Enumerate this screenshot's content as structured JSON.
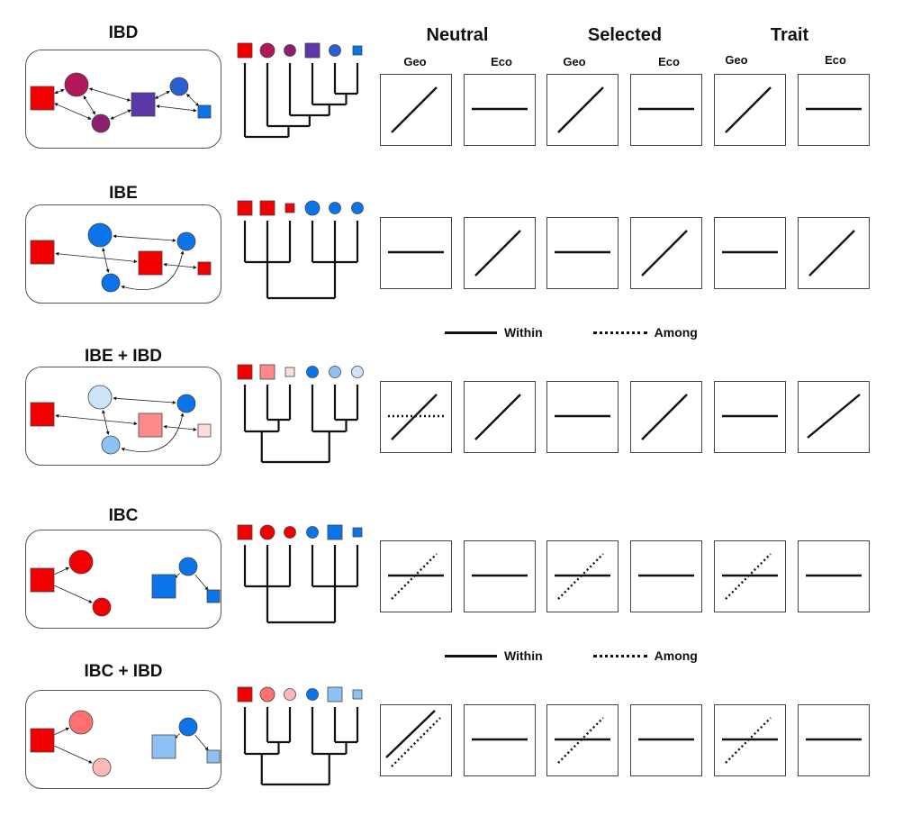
{
  "columns": {
    "groups": [
      {
        "label": "Neutral",
        "sub": [
          "Geo",
          "Eco"
        ]
      },
      {
        "label": "Selected",
        "sub": [
          "Geo",
          "Eco"
        ]
      },
      {
        "label": "Trait",
        "sub": [
          "Geo",
          "Eco"
        ]
      }
    ]
  },
  "legend": {
    "within_label": "Within",
    "among_label": "Among"
  },
  "colors": {
    "red": "#f20000",
    "crimson": "#b0185a",
    "plum": "#8e1f6e",
    "purple": "#5a38a8",
    "royal_blue": "#2a5fd0",
    "blue": "#0a74e8",
    "salmon": "#ff8a8a",
    "pale_red": "#ffdcdc",
    "pink": "#ffb8b8",
    "coral": "#ff7070",
    "light_blue": "#8ec2f4",
    "pale_blue": "#cde3f8"
  },
  "rows": [
    {
      "title": "IBD",
      "network": {
        "nodes": [
          {
            "shape": "square",
            "color": "#f20000",
            "size": "large"
          },
          {
            "shape": "circle",
            "color": "#b0185a",
            "size": "large"
          },
          {
            "shape": "circle",
            "color": "#8e1f6e",
            "size": "medium"
          },
          {
            "shape": "square",
            "color": "#5a38a8",
            "size": "large"
          },
          {
            "shape": "circle",
            "color": "#2a5fd0",
            "size": "medium"
          },
          {
            "shape": "square",
            "color": "#0a74e8",
            "size": "small"
          }
        ],
        "edges": [
          [
            0,
            1
          ],
          [
            0,
            2
          ],
          [
            1,
            2
          ],
          [
            1,
            3
          ],
          [
            2,
            3
          ],
          [
            3,
            4
          ],
          [
            3,
            5
          ],
          [
            4,
            5
          ]
        ],
        "edge_type": "bidirectional"
      },
      "tree": {
        "tips": [
          {
            "shape": "square",
            "color": "#f20000",
            "size": "large"
          },
          {
            "shape": "circle",
            "color": "#b0185a",
            "size": "large"
          },
          {
            "shape": "circle",
            "color": "#8e1f6e",
            "size": "medium"
          },
          {
            "shape": "square",
            "color": "#5a38a8",
            "size": "large"
          },
          {
            "shape": "circle",
            "color": "#2a5fd0",
            "size": "medium"
          },
          {
            "shape": "square",
            "color": "#0a74e8",
            "size": "small"
          }
        ],
        "topology": "ladder"
      },
      "plots": [
        {
          "within": "positive",
          "among": null
        },
        {
          "within": "flat",
          "among": null
        },
        {
          "within": "positive",
          "among": null
        },
        {
          "within": "flat",
          "among": null
        },
        {
          "within": "positive",
          "among": null
        },
        {
          "within": "flat",
          "among": null
        }
      ],
      "show_legend_after": false
    },
    {
      "title": "IBE",
      "network": {
        "nodes": [
          {
            "shape": "square",
            "color": "#f20000",
            "size": "large"
          },
          {
            "shape": "circle",
            "color": "#0a74e8",
            "size": "large"
          },
          {
            "shape": "circle",
            "color": "#0a74e8",
            "size": "medium"
          },
          {
            "shape": "square",
            "color": "#f20000",
            "size": "large"
          },
          {
            "shape": "circle",
            "color": "#0a74e8",
            "size": "medium"
          },
          {
            "shape": "square",
            "color": "#f20000",
            "size": "small"
          }
        ],
        "edges": [
          [
            0,
            3
          ],
          [
            1,
            4
          ],
          [
            1,
            2
          ],
          [
            3,
            5
          ],
          [
            2,
            4
          ]
        ],
        "edge_type": "bidirectional"
      },
      "tree": {
        "tips": [
          {
            "shape": "square",
            "color": "#f20000",
            "size": "large"
          },
          {
            "shape": "square",
            "color": "#f20000",
            "size": "large"
          },
          {
            "shape": "square",
            "color": "#f20000",
            "size": "small"
          },
          {
            "shape": "circle",
            "color": "#0a74e8",
            "size": "large"
          },
          {
            "shape": "circle",
            "color": "#0a74e8",
            "size": "medium"
          },
          {
            "shape": "circle",
            "color": "#0a74e8",
            "size": "medium"
          }
        ],
        "topology": "two-polytomies"
      },
      "plots": [
        {
          "within": "flat",
          "among": null
        },
        {
          "within": "positive",
          "among": null
        },
        {
          "within": "flat",
          "among": null
        },
        {
          "within": "positive",
          "among": null
        },
        {
          "within": "flat",
          "among": null
        },
        {
          "within": "positive",
          "among": null
        }
      ],
      "show_legend_after": true
    },
    {
      "title": "IBE + IBD",
      "network": {
        "nodes": [
          {
            "shape": "square",
            "color": "#f20000",
            "size": "large"
          },
          {
            "shape": "circle",
            "color": "#cde3f8",
            "size": "large"
          },
          {
            "shape": "circle",
            "color": "#8ec2f4",
            "size": "medium"
          },
          {
            "shape": "square",
            "color": "#ff8a8a",
            "size": "large"
          },
          {
            "shape": "circle",
            "color": "#0a74e8",
            "size": "medium"
          },
          {
            "shape": "square",
            "color": "#ffdcdc",
            "size": "small"
          }
        ],
        "edges": [
          [
            0,
            3
          ],
          [
            1,
            4
          ],
          [
            1,
            2
          ],
          [
            3,
            5
          ],
          [
            2,
            4
          ]
        ],
        "edge_type": "bidirectional"
      },
      "tree": {
        "tips": [
          {
            "shape": "square",
            "color": "#f20000",
            "size": "large"
          },
          {
            "shape": "square",
            "color": "#ff8a8a",
            "size": "large"
          },
          {
            "shape": "square",
            "color": "#ffdcdc",
            "size": "small"
          },
          {
            "shape": "circle",
            "color": "#0a74e8",
            "size": "medium"
          },
          {
            "shape": "circle",
            "color": "#8ec2f4",
            "size": "medium"
          },
          {
            "shape": "circle",
            "color": "#cde3f8",
            "size": "medium"
          }
        ],
        "topology": "nested-pairs"
      },
      "plots": [
        {
          "within": "positive",
          "among": "flat"
        },
        {
          "within": "positive",
          "among": null
        },
        {
          "within": "flat",
          "among": null
        },
        {
          "within": "positive",
          "among": null
        },
        {
          "within": "flat",
          "among": null
        },
        {
          "within": "positive-shallow",
          "among": null
        }
      ],
      "show_legend_after": false
    },
    {
      "title": "IBC",
      "network": {
        "nodes": [
          {
            "shape": "square",
            "color": "#f20000",
            "size": "large"
          },
          {
            "shape": "circle",
            "color": "#f20000",
            "size": "large"
          },
          {
            "shape": "circle",
            "color": "#f20000",
            "size": "medium"
          },
          {
            "shape": "square",
            "color": "#0a74e8",
            "size": "large"
          },
          {
            "shape": "circle",
            "color": "#0a74e8",
            "size": "medium"
          },
          {
            "shape": "square",
            "color": "#0a74e8",
            "size": "small"
          }
        ],
        "edges": [
          [
            0,
            1
          ],
          [
            0,
            2
          ],
          [
            4,
            3
          ],
          [
            4,
            5
          ]
        ],
        "edge_type": "directed"
      },
      "tree": {
        "tips": [
          {
            "shape": "square",
            "color": "#f20000",
            "size": "large"
          },
          {
            "shape": "circle",
            "color": "#f20000",
            "size": "large"
          },
          {
            "shape": "circle",
            "color": "#f20000",
            "size": "medium"
          },
          {
            "shape": "circle",
            "color": "#0a74e8",
            "size": "medium"
          },
          {
            "shape": "square",
            "color": "#0a74e8",
            "size": "large"
          },
          {
            "shape": "square",
            "color": "#0a74e8",
            "size": "small"
          }
        ],
        "topology": "two-polytomies"
      },
      "plots": [
        {
          "within": "flat",
          "among": "positive"
        },
        {
          "within": "flat",
          "among": null
        },
        {
          "within": "flat",
          "among": "positive"
        },
        {
          "within": "flat",
          "among": null
        },
        {
          "within": "flat",
          "among": "positive"
        },
        {
          "within": "flat",
          "among": null
        }
      ],
      "show_legend_after": true
    },
    {
      "title": "IBC + IBD",
      "network": {
        "nodes": [
          {
            "shape": "square",
            "color": "#f20000",
            "size": "large"
          },
          {
            "shape": "circle",
            "color": "#ff7070",
            "size": "large"
          },
          {
            "shape": "circle",
            "color": "#ffb8b8",
            "size": "medium"
          },
          {
            "shape": "square",
            "color": "#8ec2f4",
            "size": "large"
          },
          {
            "shape": "circle",
            "color": "#0a74e8",
            "size": "medium"
          },
          {
            "shape": "square",
            "color": "#8ec2f4",
            "size": "small"
          }
        ],
        "edges": [
          [
            0,
            1
          ],
          [
            0,
            2
          ],
          [
            4,
            3
          ],
          [
            4,
            5
          ]
        ],
        "edge_type": "directed"
      },
      "tree": {
        "tips": [
          {
            "shape": "square",
            "color": "#f20000",
            "size": "large"
          },
          {
            "shape": "circle",
            "color": "#ff7070",
            "size": "large"
          },
          {
            "shape": "circle",
            "color": "#ffb8b8",
            "size": "medium"
          },
          {
            "shape": "circle",
            "color": "#0a74e8",
            "size": "medium"
          },
          {
            "shape": "square",
            "color": "#8ec2f4",
            "size": "large"
          },
          {
            "shape": "square",
            "color": "#8ec2f4",
            "size": "small"
          }
        ],
        "topology": "nested-pairs"
      },
      "plots": [
        {
          "within": "positive",
          "among": "positive-offset"
        },
        {
          "within": "flat",
          "among": null
        },
        {
          "within": "flat",
          "among": "positive"
        },
        {
          "within": "flat",
          "among": null
        },
        {
          "within": "flat",
          "among": "positive"
        },
        {
          "within": "flat",
          "among": null
        }
      ],
      "show_legend_after": false
    }
  ]
}
